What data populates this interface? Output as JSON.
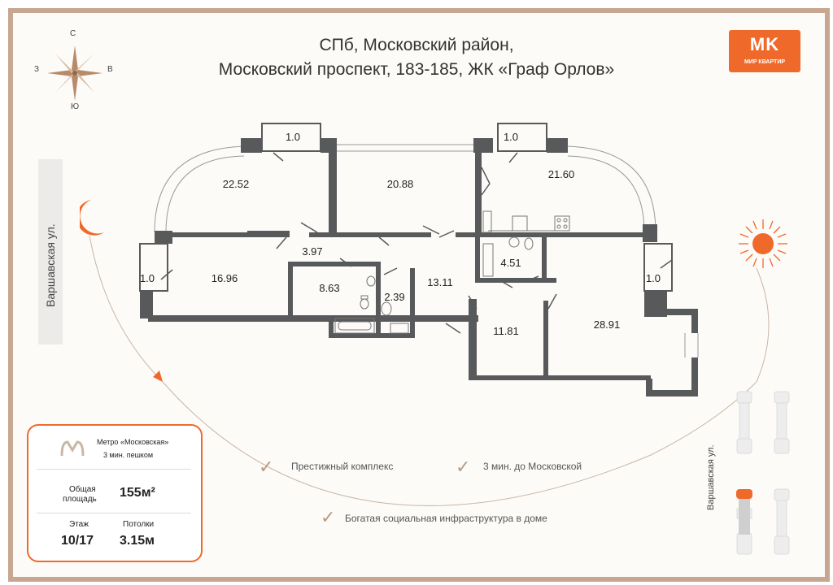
{
  "header": {
    "line1": "СПб, Московский район,",
    "line2": "Московский проспект, 183-185, ЖК «Граф Орлов»"
  },
  "logo": {
    "mark": "MK",
    "text": "МИР КВАРТИР",
    "color": "#ef6a2a"
  },
  "compass": {
    "n": "С",
    "s": "Ю",
    "w": "З",
    "e": "В"
  },
  "streets": {
    "left": "Варшавская ул.",
    "right": "Варшавская ул."
  },
  "rooms": {
    "r1": "22.52",
    "r2": "20.88",
    "r3": "21.60",
    "r4": "16.96",
    "r5": "3.97",
    "r6": "8.63",
    "r7": "2.39",
    "r8": "13.11",
    "r9": "4.51",
    "r10": "11.81",
    "r11": "28.91",
    "b1": "1.0",
    "b2": "1.0",
    "b3": "1.0",
    "b4": "1.0"
  },
  "card": {
    "metro_name": "Метро «Московская»",
    "metro_time": "3 мин. пешком",
    "area_label_1": "Общая",
    "area_label_2": "площадь",
    "area_value": "155м²",
    "floor_label": "Этаж",
    "floor_value": "10/17",
    "ceiling_label": "Потолки",
    "ceiling_value": "3.15м"
  },
  "features": {
    "f1": "Престижный комплекс",
    "f2": "3 мин. до Московской",
    "f3": "Богатая социальная инфраструктура в доме"
  },
  "colors": {
    "accent": "#ef6a2a",
    "wall": "#58595b",
    "frame": "#c9a690"
  }
}
